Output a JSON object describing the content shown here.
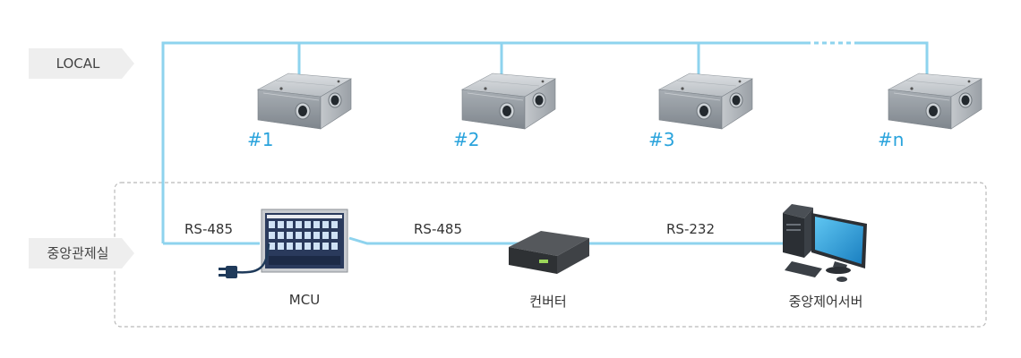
{
  "zones": {
    "local_label": "LOCAL",
    "central_label": "중앙관제실"
  },
  "units": [
    {
      "label": "#1"
    },
    {
      "label": "#2"
    },
    {
      "label": "#3"
    },
    {
      "label": "#n"
    }
  ],
  "links": {
    "mcu_bus": "RS-485",
    "mcu_converter": "RS-485",
    "converter_server": "RS-232"
  },
  "nodes": {
    "mcu": "MCU",
    "converter": "컨버터",
    "server": "중앙제어서버"
  },
  "colors": {
    "line": "#8ed3ee",
    "unit_number": "#29a3dc",
    "tag_bg": "#eeeeee"
  }
}
